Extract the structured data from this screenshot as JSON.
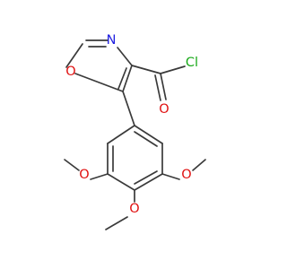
{
  "molecule": {
    "atoms": [
      {
        "id": "N1",
        "label": "N",
        "color": "#2020e0"
      },
      {
        "id": "O1",
        "label": "O",
        "color": "#e01010"
      },
      {
        "id": "Cl",
        "label": "Cl",
        "color": "#1aaa1a"
      },
      {
        "id": "O2",
        "label": "O",
        "color": "#e01010"
      },
      {
        "id": "O3",
        "label": "O",
        "color": "#e01010"
      },
      {
        "id": "O4",
        "label": "O",
        "color": "#e01010"
      },
      {
        "id": "O5",
        "label": "O",
        "color": "#e01010"
      }
    ],
    "bond_color": "#3a3a3a"
  }
}
